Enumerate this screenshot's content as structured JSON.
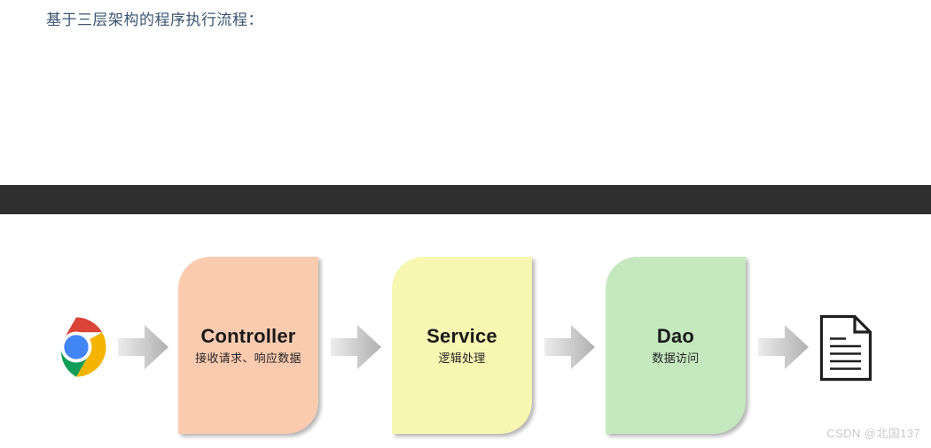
{
  "page": {
    "title": "基于三层架构的程序执行流程：",
    "title_color": "#3a5570",
    "background": "#ffffff"
  },
  "band": {
    "name": "dark-separator-band",
    "color": "#2f2f2f"
  },
  "diagram": {
    "type": "flow",
    "start_icon": {
      "name": "chrome-browser-icon",
      "label": "Chrome",
      "colors": {
        "red": "#db4437",
        "yellow": "#f4b400",
        "green": "#0f9d58",
        "blue": "#4285f4",
        "white": "#ffffff"
      }
    },
    "end_icon": {
      "name": "document-file-icon",
      "label": "Document",
      "stroke": "#1f1f1f",
      "fill": "#ffffff",
      "line_count": 6
    },
    "arrows": [
      {
        "name": "arrow-browser-to-controller",
        "from": "Chrome",
        "to": "Controller"
      },
      {
        "name": "arrow-controller-to-service",
        "from": "Controller",
        "to": "Service"
      },
      {
        "name": "arrow-service-to-dao",
        "from": "Service",
        "to": "Dao"
      },
      {
        "name": "arrow-dao-to-document",
        "from": "Dao",
        "to": "Document"
      }
    ],
    "arrow_gradient": {
      "start": "#e9e9e9",
      "end": "#b4b4b4"
    },
    "layers": [
      {
        "key": "controller",
        "title": "Controller",
        "subtitle": "接收请求、响应数据",
        "color": "#fbcbb0"
      },
      {
        "key": "service",
        "title": "Service",
        "subtitle": "逻辑处理",
        "color": "#f8f7b1"
      },
      {
        "key": "dao",
        "title": "Dao",
        "subtitle": "数据访问",
        "color": "#c5e8bf"
      }
    ]
  },
  "watermark": {
    "text": "CSDN @北国137",
    "color": "#c9c9c9"
  }
}
